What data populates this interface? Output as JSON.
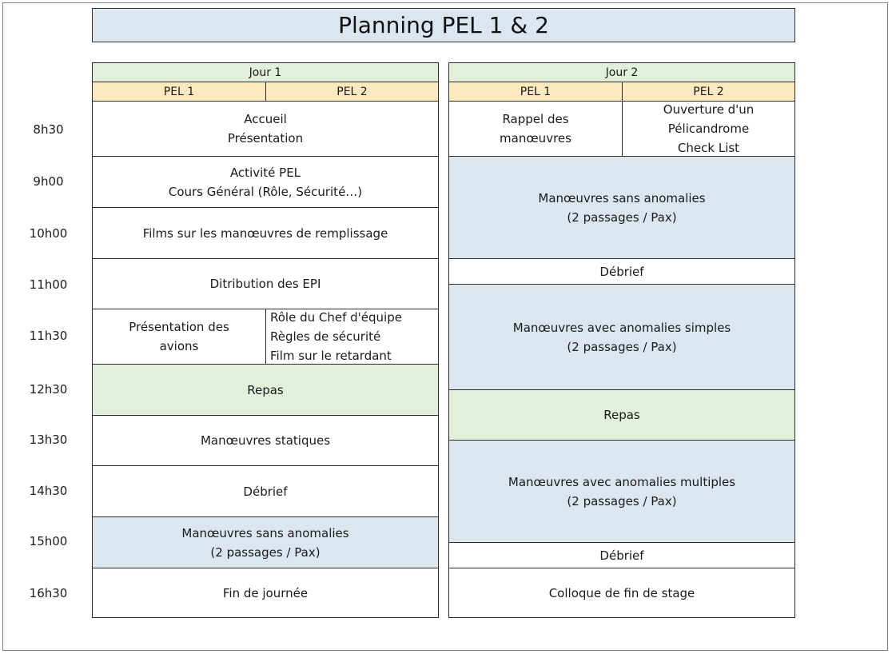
{
  "title": "Planning PEL 1 & 2",
  "times": [
    "8h30",
    "9h00",
    "10h00",
    "11h00",
    "11h30",
    "12h30",
    "13h30",
    "14h30",
    "15h00",
    "16h30"
  ],
  "day1": {
    "header": "Jour 1",
    "pel1": "PEL 1",
    "pel2": "PEL 2",
    "accueil": "Accueil\nPrésentation",
    "activite": "Activité PEL\nCours Général (Rôle, Sécurité…)",
    "films": "Films sur les manœuvres de remplissage",
    "epi": "Ditribution des EPI",
    "avions": "Présentation des\navions",
    "chef": "Rôle du Chef d'équipe\nRègles de sécurité\nFilm sur le retardant",
    "repas": "Repas",
    "statiques": "Manœuvres statiques",
    "debrief": "Débrief",
    "sans_anomalies": "Manœuvres sans anomalies\n(2 passages / Pax)",
    "fin": "Fin de journée"
  },
  "day2": {
    "header": "Jour 2",
    "pel1": "PEL 1",
    "pel2": "PEL 2",
    "rappel": "Rappel des\nmanœuvres",
    "ouverture": "Ouverture d'un\nPélicandrome\nCheck List",
    "sans_anomalies": "Manœuvres sans anomalies\n(2 passages / Pax)",
    "debrief1": "Débrief",
    "simples": "Manœuvres avec anomalies simples\n(2 passages / Pax)",
    "repas": "Repas",
    "multiples": "Manœuvres avec anomalies multiples\n(2 passages / Pax)",
    "debrief2": "Débrief",
    "colloque": "Colloque de fin de stage"
  },
  "colors": {
    "header_green": "#e2efda",
    "pel_orange": "#fde9c0",
    "blue": "#dce6f1",
    "green": "#e2efda"
  }
}
